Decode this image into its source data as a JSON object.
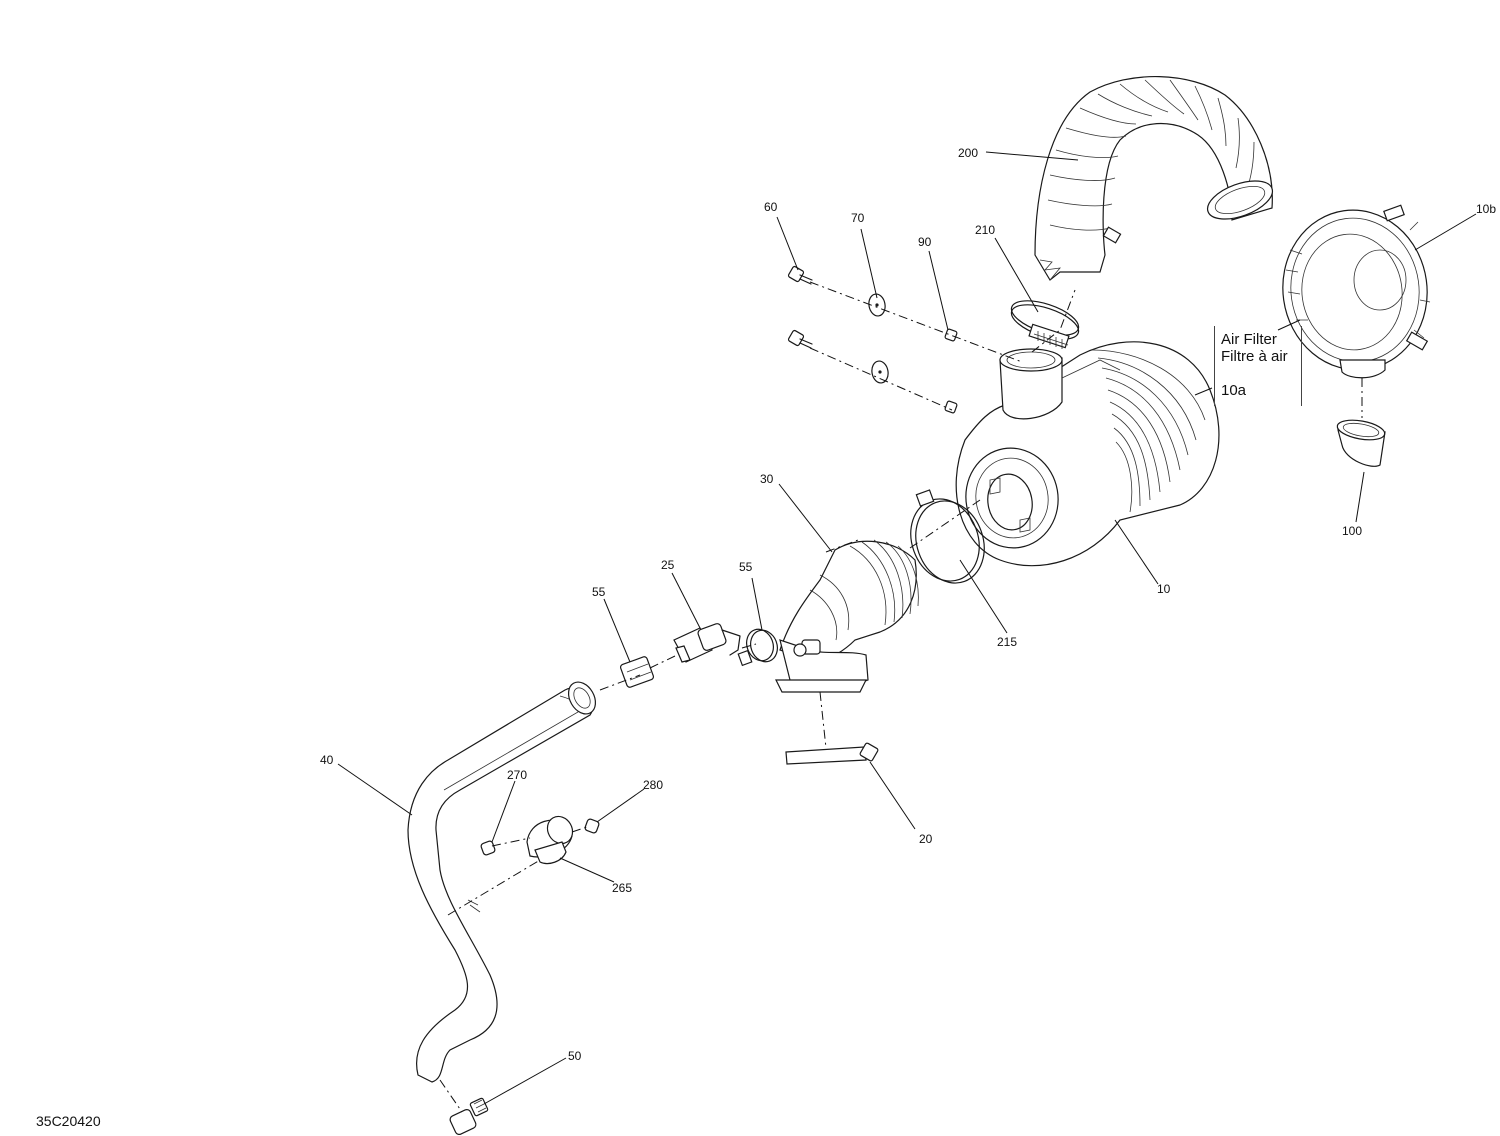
{
  "diagram_code": "35C20420",
  "legend": {
    "title_en": "Air Filter",
    "title_fr": "Filtre à air",
    "ref": "10a"
  },
  "callouts": {
    "c200": "200",
    "c10b": "10b",
    "c60": "60",
    "c70": "70",
    "c90": "90",
    "c210": "210",
    "c30": "30",
    "c25": "25",
    "c55a": "55",
    "c55b": "55",
    "c100": "100",
    "c10": "10",
    "c215": "215",
    "c40": "40",
    "c270": "270",
    "c280": "280",
    "c20": "20",
    "c265": "265",
    "c50": "50"
  }
}
